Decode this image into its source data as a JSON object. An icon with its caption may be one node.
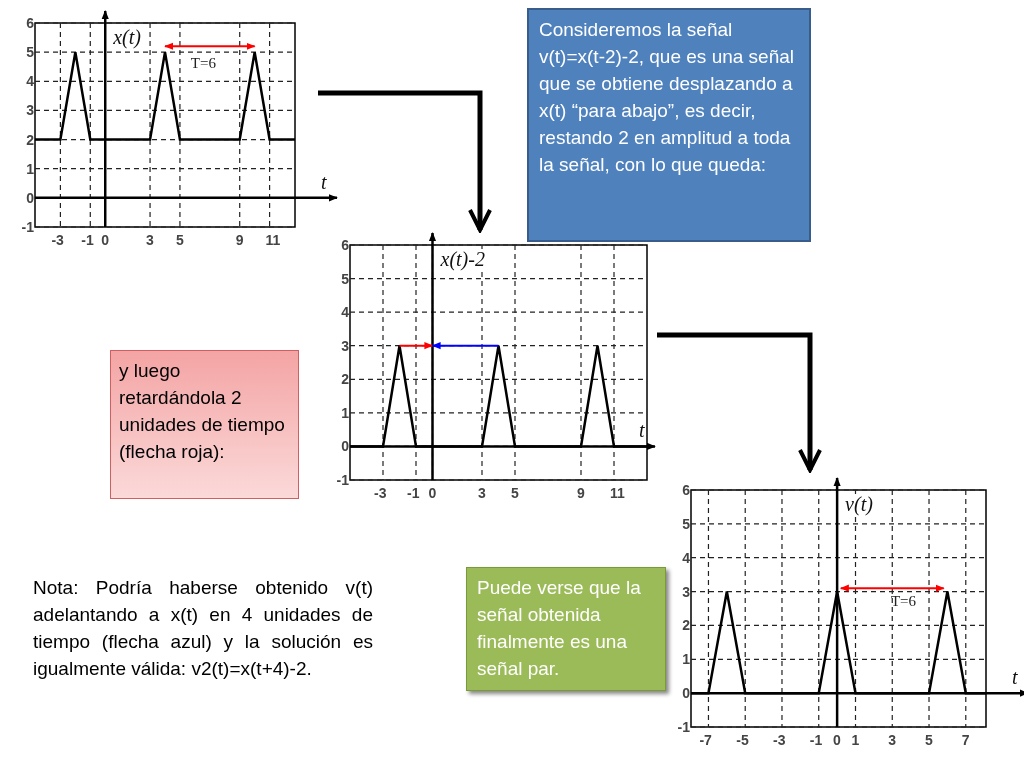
{
  "diagram": {
    "nodes": [
      {
        "text": [],
        "shape": "chart"
      },
      {
        "text": [
          "Consideremos la señal v(t)=x(t-2)-2, que es una señal que se obtiene desplazando a x(t) “para abajo”, es decir, restando 2 en amplitud a toda la señal, con lo que queda:"
        ]
      },
      {
        "text": [],
        "shape": "chart"
      },
      {
        "text": [
          "y luego retardándola 2 unidades de tiempo (flecha roja):"
        ]
      },
      {
        "text": [],
        "shape": "chart"
      },
      {
        "text": [
          "Puede verse que la señal obtenida finalmente es una señal par."
        ]
      }
    ],
    "edges": [
      {
        "from": 0,
        "to": 2,
        "arrow": "to"
      },
      {
        "from": 2,
        "to": 4,
        "arrow": "to"
      }
    ],
    "labels": [
      "Nota: Podría haberse obtenido v(t) adelantando a x(t) en 4 unidades de tiempo (flecha azul) y la solución es igualmente válida: v2(t)=x(t+4)-2."
    ],
    "chart_data": [
      {
        "type": "line",
        "xlabel": "t",
        "ylabel": "x(t)",
        "xlim": [
          -4.7,
          12.7
        ],
        "ylim": [
          -1,
          6
        ],
        "xticks": [
          -3,
          -1,
          0,
          3,
          5,
          9,
          11
        ],
        "yticks": [
          -1,
          0,
          1,
          2,
          3,
          4,
          5,
          6
        ],
        "series": [
          {
            "color": "#000000",
            "x": [
              -4.7,
              -3,
              -2,
              -1,
              3,
              4,
              5,
              9,
              10,
              11,
              12.7
            ],
            "values": [
              2,
              2,
              5,
              2,
              2,
              5,
              2,
              2,
              5,
              2,
              2
            ]
          }
        ],
        "grid": true,
        "annotations": [
          "T=6"
        ]
      },
      {
        "type": "line",
        "xlabel": "t",
        "ylabel": "x(t)-2",
        "xlim": [
          -5,
          13
        ],
        "ylim": [
          -1,
          6
        ],
        "xticks": [
          -3,
          -1,
          0,
          3,
          5,
          9,
          11
        ],
        "yticks": [
          -1,
          0,
          1,
          2,
          3,
          4,
          5,
          6
        ],
        "series": [
          {
            "color": "#000000",
            "x": [
              -5,
              -3,
              -2,
              -1,
              3,
              4,
              5,
              9,
              10,
              11,
              13
            ],
            "values": [
              0,
              0,
              3,
              0,
              0,
              3,
              0,
              0,
              3,
              0,
              0
            ]
          }
        ],
        "grid": true
      },
      {
        "type": "line",
        "xlabel": "t",
        "ylabel": "v(t)",
        "xlim": [
          -7.95,
          8.1
        ],
        "ylim": [
          -1,
          6
        ],
        "xticks": [
          -7,
          -5,
          -3,
          -1,
          0,
          1,
          3,
          5,
          7
        ],
        "yticks": [
          -1,
          0,
          1,
          2,
          3,
          4,
          5,
          6
        ],
        "series": [
          {
            "color": "#000000",
            "x": [
              -7.95,
              -7,
              -6,
              -5,
              -1,
              0,
              1,
              5,
              6,
              7,
              8.1
            ],
            "values": [
              0,
              0,
              3,
              0,
              0,
              3,
              0,
              0,
              3,
              0,
              0
            ]
          }
        ],
        "grid": true,
        "annotations": [
          "T=6"
        ]
      }
    ]
  }
}
